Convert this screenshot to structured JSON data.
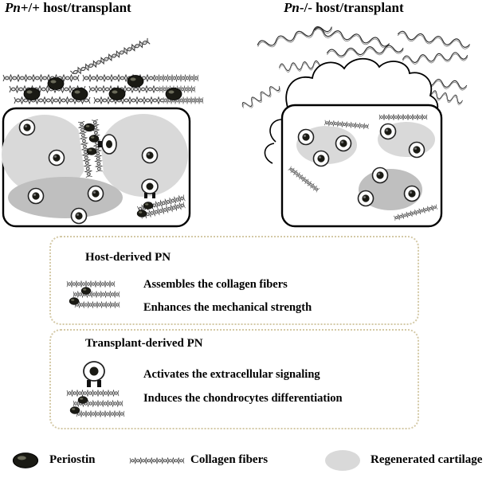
{
  "titles": {
    "left_italic": "Pn",
    "left_rest": "+/+ host/transplant",
    "right_italic": "Pn",
    "right_rest": "-/- host/transplant"
  },
  "host_box": {
    "heading": "Host-derived PN",
    "items": [
      "Assembles the collagen fibers",
      "Enhances the mechanical strength"
    ]
  },
  "transplant_box": {
    "heading": "Transplant-derived PN",
    "items": [
      "Activates the extracellular signaling",
      "Induces the chondrocytes differentiation"
    ]
  },
  "legend": {
    "periostin": "Periostin",
    "collagen": "Collagen fibers",
    "cartilage": "Regenerated cartilage"
  },
  "colors": {
    "cartilage_light": "#d9d9d9",
    "cartilage_dark": "#bfbfbf",
    "periostin": "#1a1a14",
    "box_border": "#d4c9a6"
  }
}
